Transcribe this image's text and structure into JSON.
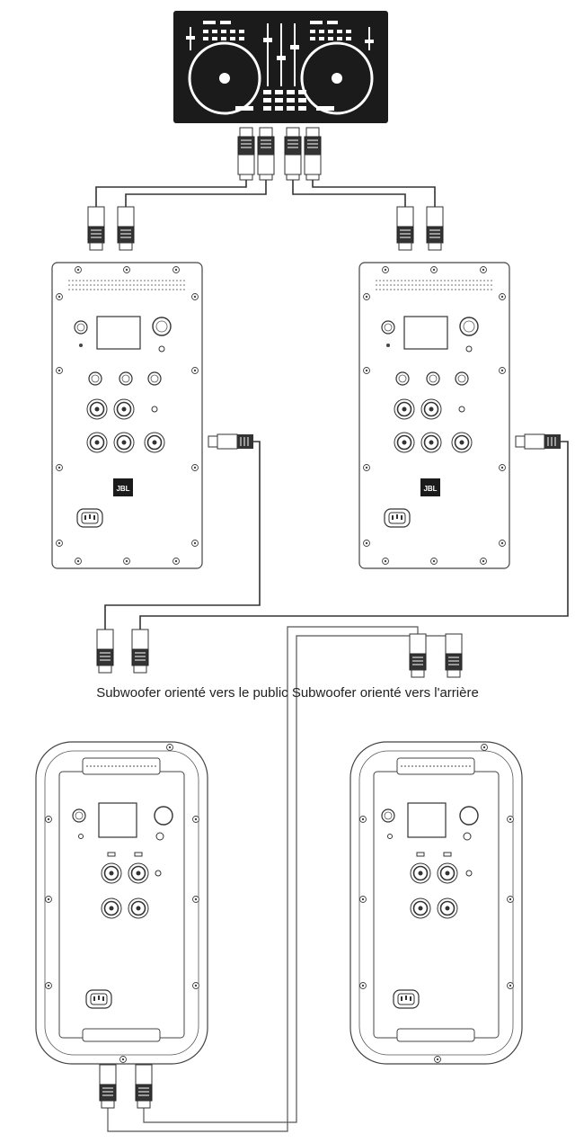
{
  "caption": {
    "front": "Subwoofer orienté vers le public",
    "rear": "Subwoofer orienté vers l'arrière"
  },
  "logo_text": "JBL",
  "colors": {
    "line": "#333333",
    "controller": "#1b1b1b",
    "background": "#ffffff"
  }
}
